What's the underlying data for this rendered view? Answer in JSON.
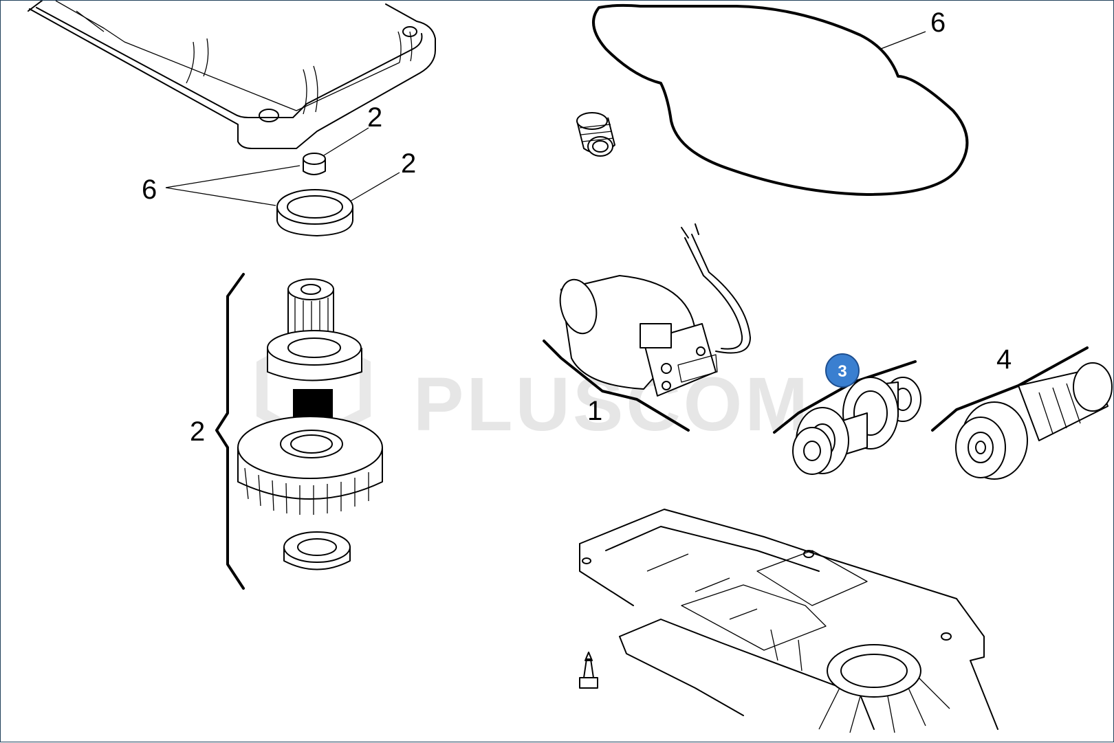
{
  "diagram": {
    "callouts": {
      "c2_top": "2",
      "c6_left": "6",
      "c2_mid": "2",
      "c2_bracket": "2",
      "c6_right": "6",
      "c1": "1",
      "c3": "3",
      "c4": "4"
    },
    "watermark": "PLUSCOM",
    "colors": {
      "badge": "#3a7fd0",
      "line": "#000000",
      "watermark": "#e6e6e6"
    }
  }
}
